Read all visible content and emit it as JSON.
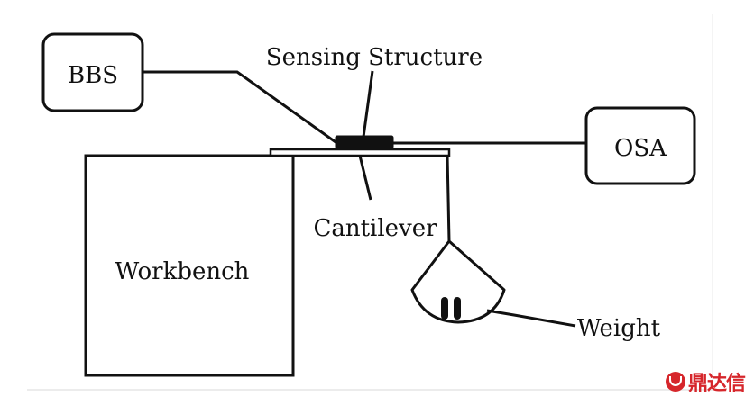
{
  "labels": {
    "bbs": "BBS",
    "sensing_structure": "Sensing Structure",
    "osa": "OSA",
    "cantilever": "Cantilever",
    "workbench": "Workbench",
    "weight": "Weight"
  },
  "watermark": {
    "text": "鼎达信"
  },
  "colors": {
    "line": "#111111",
    "watermark": "#d6262b"
  }
}
